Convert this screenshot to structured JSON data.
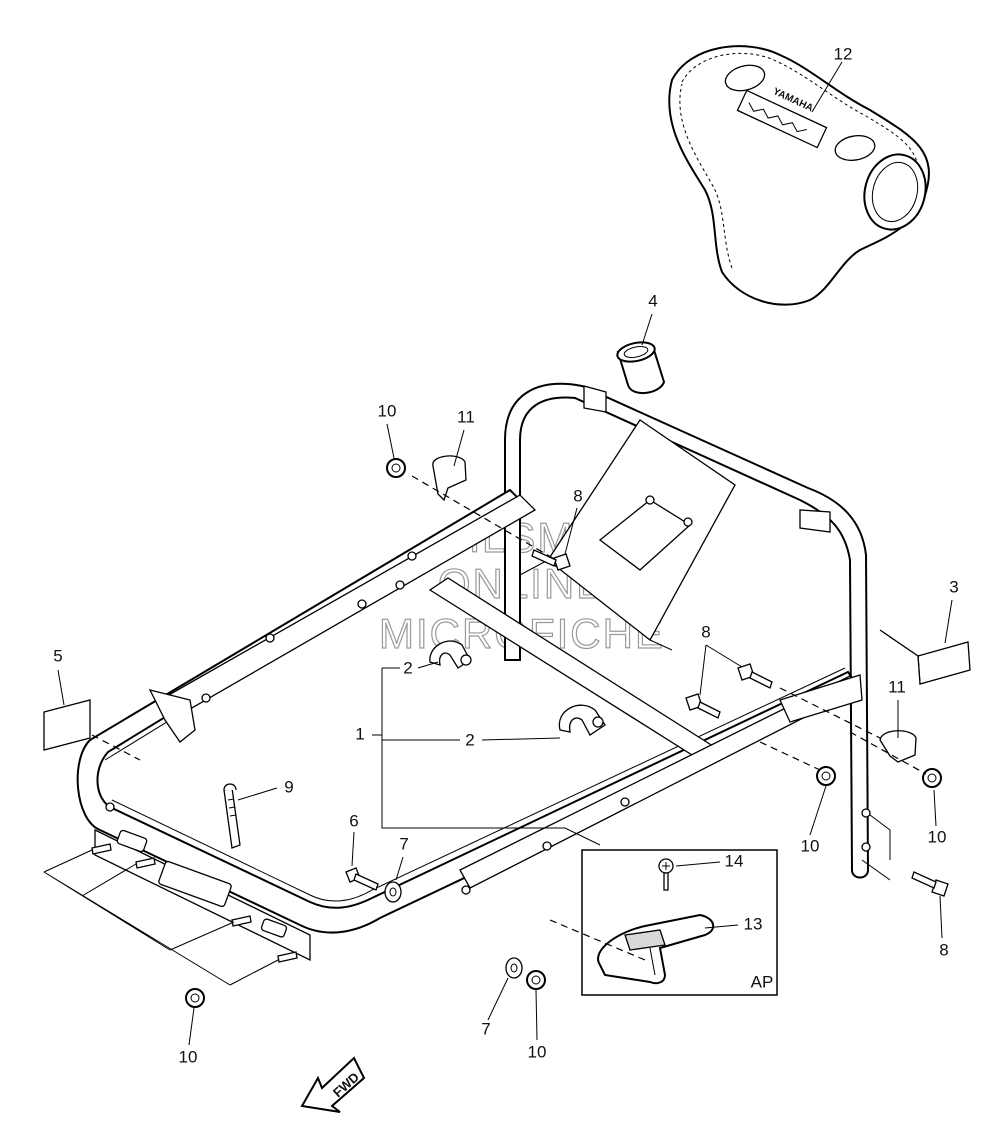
{
  "callouts": {
    "c1": "1",
    "c2a": "2",
    "c2b": "2",
    "c3": "3",
    "c4": "4",
    "c5": "5",
    "c6": "6",
    "c7a": "7",
    "c7b": "7",
    "c8a": "8",
    "c8b": "8",
    "c8c": "8",
    "c9": "9",
    "c10a": "10",
    "c10b": "10",
    "c10c": "10",
    "c10d": "10",
    "c10e": "10",
    "c11a": "11",
    "c11b": "11",
    "c12": "12",
    "c13": "13",
    "c14": "14"
  },
  "inset_label": "AP",
  "watermark": [
    "HLSM",
    "ONLINE",
    "MICROFICHE"
  ],
  "cover_logo": "YAMAHA",
  "fwd_label": "FWD"
}
